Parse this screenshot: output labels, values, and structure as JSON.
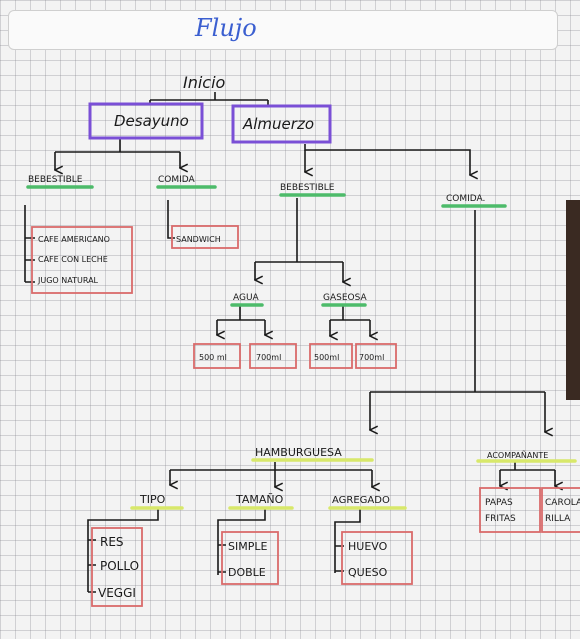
{
  "title": "Flujo",
  "root": "Inicio",
  "desayuno": {
    "label": "Desayuno",
    "bebestible": {
      "label": "BEBESTIBLE",
      "items": [
        "CAFE AMERICANO",
        "CAFE CON LECHE",
        "JUGO NATURAL"
      ]
    },
    "comida": {
      "label": "COMIDA",
      "items": [
        "SANDWICH"
      ]
    }
  },
  "almuerzo": {
    "label": "Almuerzo",
    "bebestible": {
      "label": "BEBESTIBLE",
      "agua": {
        "label": "AGUA",
        "items": [
          "500 ml",
          "700ml"
        ]
      },
      "gaseosa": {
        "label": "GASEOSA",
        "items": [
          "500ml",
          "700ml"
        ]
      }
    },
    "comida": {
      "label": "COMIDA.",
      "hamburguesa": {
        "label": "HAMBURGUESA",
        "tipo": {
          "label": "TIPO",
          "items": [
            "RES",
            "POLLO",
            "VEGGI"
          ]
        },
        "tamano": {
          "label": "TAMAÑO",
          "items": [
            "SIMPLE",
            "DOBLE"
          ]
        },
        "agregado": {
          "label": "AGREGADO",
          "items": [
            "HUEVO",
            "QUESO"
          ]
        }
      },
      "acompanante": {
        "label": "ACOMPAÑANTE",
        "items": [
          "PAPAS FRITAS",
          "CAROLA RILLA"
        ]
      }
    }
  },
  "colors": {
    "title": "#3b5fd0",
    "purple_box": "#7a4fd6",
    "red_box": "#d96b6b",
    "green_underline": "#4dbb6a",
    "yellow_underline": "#d8e86a",
    "ink": "#1a1a1a"
  }
}
